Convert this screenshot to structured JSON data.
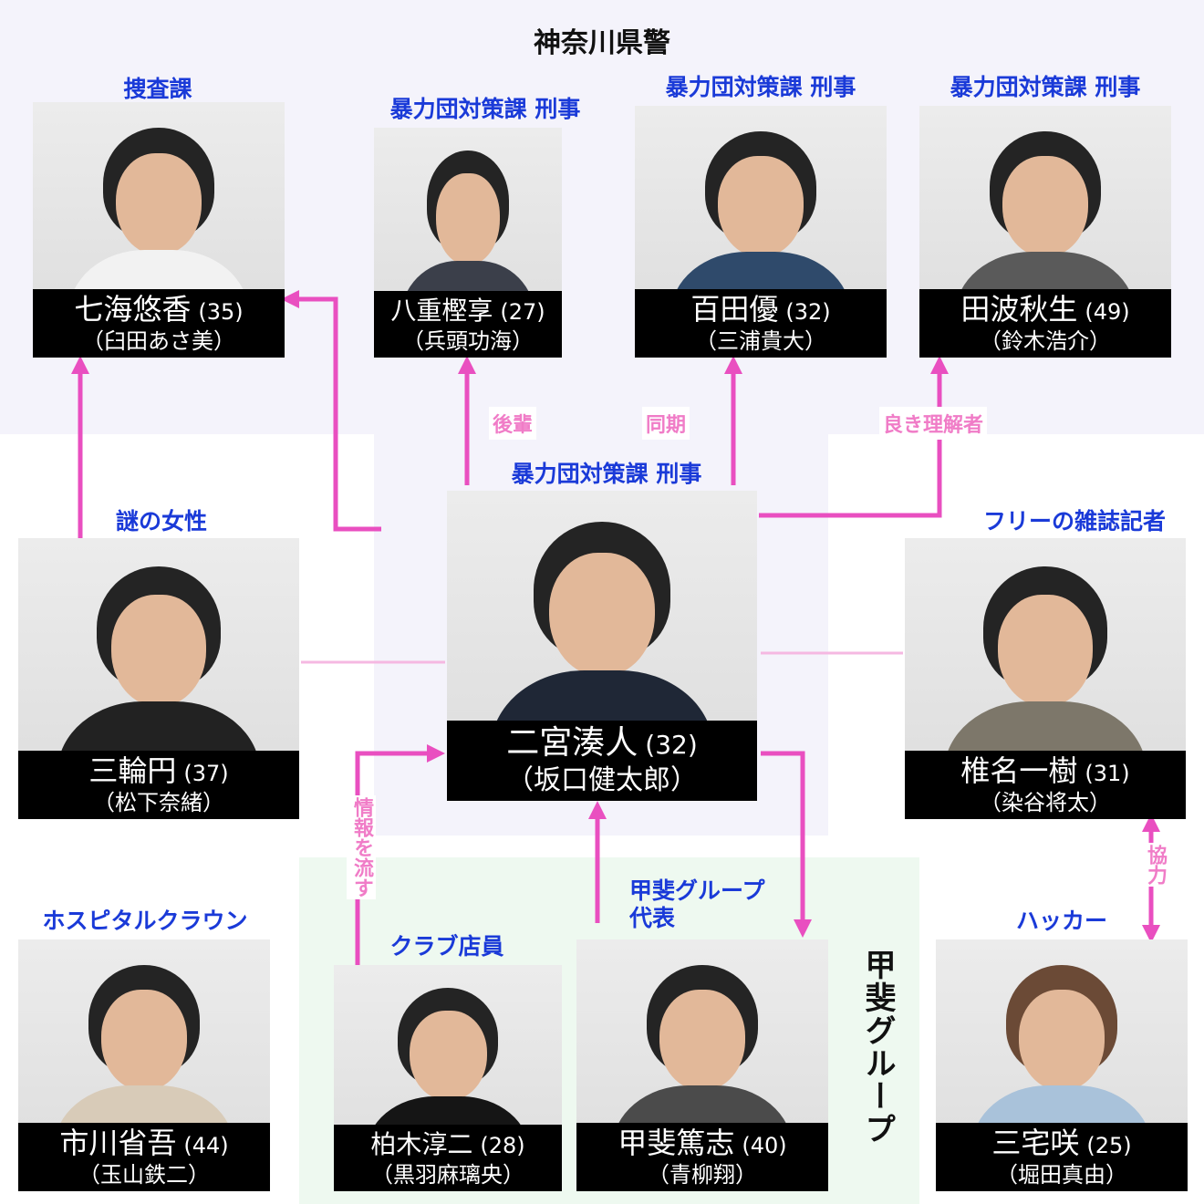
{
  "title": "神奈川県警",
  "group_kai": "甲斐グループ",
  "colors": {
    "role": "#1a3ad8",
    "link": "#e94fc0",
    "panel_police": "#f4f3fb",
    "panel_kai": "#eef9f0"
  },
  "people": {
    "nanami": {
      "role": "捜査課",
      "name": "七海悠香",
      "age": "(35)",
      "actor": "（臼田あさ美）"
    },
    "yae": {
      "role": "暴力団対策課 刑事",
      "name": "八重樫享",
      "age": "(27)",
      "actor": "（兵頭功海）"
    },
    "momota": {
      "role": "暴力団対策課 刑事",
      "name": "百田優",
      "age": "(32)",
      "actor": "（三浦貴大）"
    },
    "tanami": {
      "role": "暴力団対策課 刑事",
      "name": "田波秋生",
      "age": "(49)",
      "actor": "（鈴木浩介）"
    },
    "ninomiya": {
      "role": "暴力団対策課 刑事",
      "name": "二宮湊人",
      "age": "(32)",
      "actor": "（坂口健太郎）"
    },
    "miwa": {
      "role": "謎の女性",
      "name": "三輪円",
      "age": "(37)",
      "actor": "（松下奈緒）"
    },
    "shiina": {
      "role": "フリーの雑誌記者",
      "name": "椎名一樹",
      "age": "(31)",
      "actor": "（染谷将太）"
    },
    "ichikawa": {
      "role": "ホスピタルクラウン",
      "name": "市川省吾",
      "age": "(44)",
      "actor": "（玉山鉄二）"
    },
    "kashiwagi": {
      "role": "クラブ店員",
      "name": "柏木淳二",
      "age": "(28)",
      "actor": "（黒羽麻璃央）"
    },
    "kai": {
      "role": "甲斐グループ\n代表",
      "name": "甲斐篤志",
      "age": "(40)",
      "actor": "（青柳翔）"
    },
    "miyake": {
      "role": "ハッカー",
      "name": "三宅咲",
      "age": "(25)",
      "actor": "（堀田真由）"
    }
  },
  "relations": {
    "to_yae": "後輩",
    "to_momota": "同期",
    "to_tanami": "良き理解者",
    "shiina_miyake": "協力",
    "kashiwagi_ninomiya": "情報を流す"
  }
}
